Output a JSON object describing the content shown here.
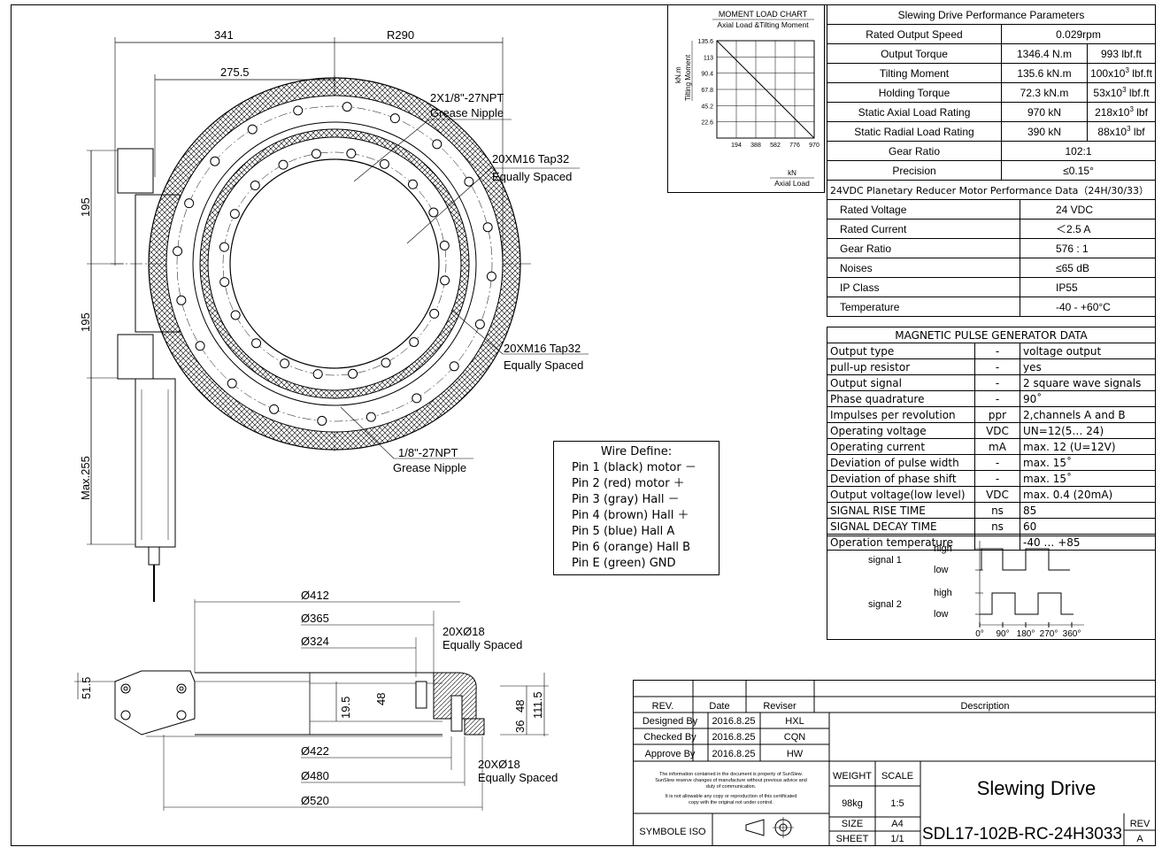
{
  "drawing": {
    "dims_top": {
      "d341": "341",
      "r290": "R290",
      "d275": "275.5",
      "d195a": "195",
      "d195b": "195",
      "max255": "Max.255"
    },
    "callouts": {
      "nipple_top_1": "2X1/8\"-27NPT",
      "nipple_top_2": "Grease Nipple",
      "tap_top_1": "20XM16 Tap32",
      "tap_top_2": "Equally Spaced",
      "tap_bot_1": "20XM16 Tap32",
      "tap_bot_2": "Equally Spaced",
      "nipple_bot_1": "1/8\"-27NPT",
      "nipple_bot_2": "Grease Nipple"
    },
    "dims_side": {
      "d412": "Ø412",
      "d365": "Ø365",
      "d324": "Ø324",
      "holes_top_1": "20XØ18",
      "holes_top_2": "Equally Spaced",
      "d51": "51.5",
      "d19": "19.5",
      "d48a": "48",
      "d48b": "48",
      "d111": "111.5",
      "d36": "36",
      "d422": "Ø422",
      "d480": "Ø480",
      "d520": "Ø520",
      "holes_bot_1": "20XØ18",
      "holes_bot_2": "Equally Spaced"
    }
  },
  "moment_chart": {
    "title": "MOMENT LOAD CHART",
    "subtitle": "Axial Load &Tilting Moment",
    "ylabel_unit": "kN.m",
    "ylabel": "Tilting Moment",
    "xlabel_unit": "kN",
    "xlabel": "Axial Load",
    "chart_data": {
      "type": "line",
      "x": [
        0,
        970
      ],
      "y": [
        135.6,
        0
      ],
      "xticks": [
        "194",
        "388",
        "582",
        "776",
        "970"
      ],
      "yticks": [
        "135.6",
        "113",
        "90.4",
        "67.8",
        "45.2",
        "22.6"
      ],
      "xlim": [
        0,
        970
      ],
      "ylim": [
        0,
        135.6
      ],
      "title": "MOMENT LOAD CHART",
      "xlabel": "Axial Load",
      "ylabel": "Tilting Moment",
      "grid": true
    }
  },
  "performance": {
    "header": "Slewing Drive Performance Parameters",
    "rows": [
      {
        "label": "Rated Output Speed",
        "v1": "0.029rpm",
        "v2": ""
      },
      {
        "label": "Output Torque",
        "v1": "1346.4 N.m",
        "v2": "993 lbf.ft"
      },
      {
        "label": "Tilting Moment",
        "v1": "135.6 kN.m",
        "v2": "100x10",
        "v2sup": "3",
        "v2tail": " lbf.ft"
      },
      {
        "label": "Holding Torque",
        "v1": "72.3 kN.m",
        "v2": "53x10",
        "v2sup": "3",
        "v2tail": " lbf.ft"
      },
      {
        "label": "Static Axial Load Rating",
        "v1": "970 kN",
        "v2": "218x10",
        "v2sup": "3",
        "v2tail": " lbf"
      },
      {
        "label": "Static Radial Load Rating",
        "v1": "390 kN",
        "v2": "88x10",
        "v2sup": "3",
        "v2tail": " lbf"
      },
      {
        "label": "Gear Ratio",
        "v1": "102:1",
        "v2": ""
      },
      {
        "label": "Precision",
        "v1": "≤0.15°",
        "v2": ""
      }
    ]
  },
  "motor": {
    "header": "24VDC Planetary Reducer Motor Performance Data（24H/30/33）",
    "rows": [
      {
        "label": "Rated Voltage",
        "value": "24 VDC"
      },
      {
        "label": "Rated Current",
        "value": "＜2.5 A"
      },
      {
        "label": "Gear Ratio",
        "value": "576 : 1"
      },
      {
        "label": "Noises",
        "value": "≤65 dB"
      },
      {
        "label": "IP Class",
        "value": "IP55"
      },
      {
        "label": "Temperature",
        "value": "-40 - +60°C"
      }
    ]
  },
  "mpg": {
    "header": "MAGNETIC PULSE GENERATOR DATA",
    "rows": [
      {
        "label": "Output type",
        "unit": "-",
        "value": "voltage output"
      },
      {
        "label": "pull-up resistor",
        "unit": "-",
        "value": "yes"
      },
      {
        "label": "Output signal",
        "unit": "-",
        "value": "2 square wave signals"
      },
      {
        "label": "Phase quadrature",
        "unit": "-",
        "value": "90˚"
      },
      {
        "label": "Impulses per revolution",
        "unit": "ppr",
        "value": "2,channels A and B"
      },
      {
        "label": "Operating voltage",
        "unit": "VDC",
        "value": "UN=12(5… 24)"
      },
      {
        "label": "Operating current",
        "unit": "mA",
        "value": "max. 12 (U=12V)"
      },
      {
        "label": "Deviation of pulse width",
        "unit": "-",
        "value": "max. 15˚"
      },
      {
        "label": "Deviation of phase shift",
        "unit": "-",
        "value": "max. 15˚"
      },
      {
        "label": "Output voltage(low level)",
        "unit": "VDC",
        "value": "max. 0.4 (20mA)"
      },
      {
        "label": "SIGNAL RISE TIME",
        "unit": "ns",
        "value": "85"
      },
      {
        "label": "SIGNAL DECAY TIME",
        "unit": "ns",
        "value": "60"
      },
      {
        "label": "Operation temperature",
        "unit": "",
        "value": "-40 … +85"
      }
    ]
  },
  "signals": {
    "s1": "signal 1",
    "s2": "signal 2",
    "high": "high",
    "low": "low",
    "angles": [
      "0°",
      "90°",
      "180°",
      "270°",
      "360°"
    ]
  },
  "wire": {
    "title": "Wire Define:",
    "pins": [
      "Pin 1  (black)  motor －",
      "Pin 2  (red)     motor ＋",
      "Pin 3  (gray)   Hall －",
      "Pin 4  (brown)  Hall ＋",
      "Pin 5  (blue)    Hall A",
      "Pin 6  (orange)  Hall B",
      "Pin E  (green)   GND"
    ]
  },
  "title_block": {
    "rev_h": "REV.",
    "date_h": "Date",
    "reviser_h": "Reviser",
    "desc_h": "Description",
    "designed": "Designed By",
    "designed_date": "2016.8.25",
    "designed_by": "HXL",
    "checked": "Checked By",
    "checked_date": "2016.8.25",
    "checked_by": "CQN",
    "approve": "Approve By",
    "approve_date": "2016.8.25",
    "approve_by": "HW",
    "notice_1": "The information contained in the document is property of SunSlew.",
    "notice_2": "SunSlew reserve changes of manufacture without previous advice and",
    "notice_3": "duty of communication.",
    "notice_4": "It is not allowable any copy or reproduction of this certificated",
    "notice_5": "copy with the original not under control.",
    "weight_h": "WEIGHT",
    "scale_h": "SCALE",
    "weight": "98kg",
    "scale": "1:5",
    "size_h": "SIZE",
    "size": "A4",
    "sheet_h": "SHEET",
    "sheet": "1/1",
    "symbole": "SYMBOLE ISO",
    "title": "Slewing Drive",
    "part_no": "SDL17-102B-RC-24H3033",
    "rev2_h": "REV",
    "rev2": "A"
  }
}
